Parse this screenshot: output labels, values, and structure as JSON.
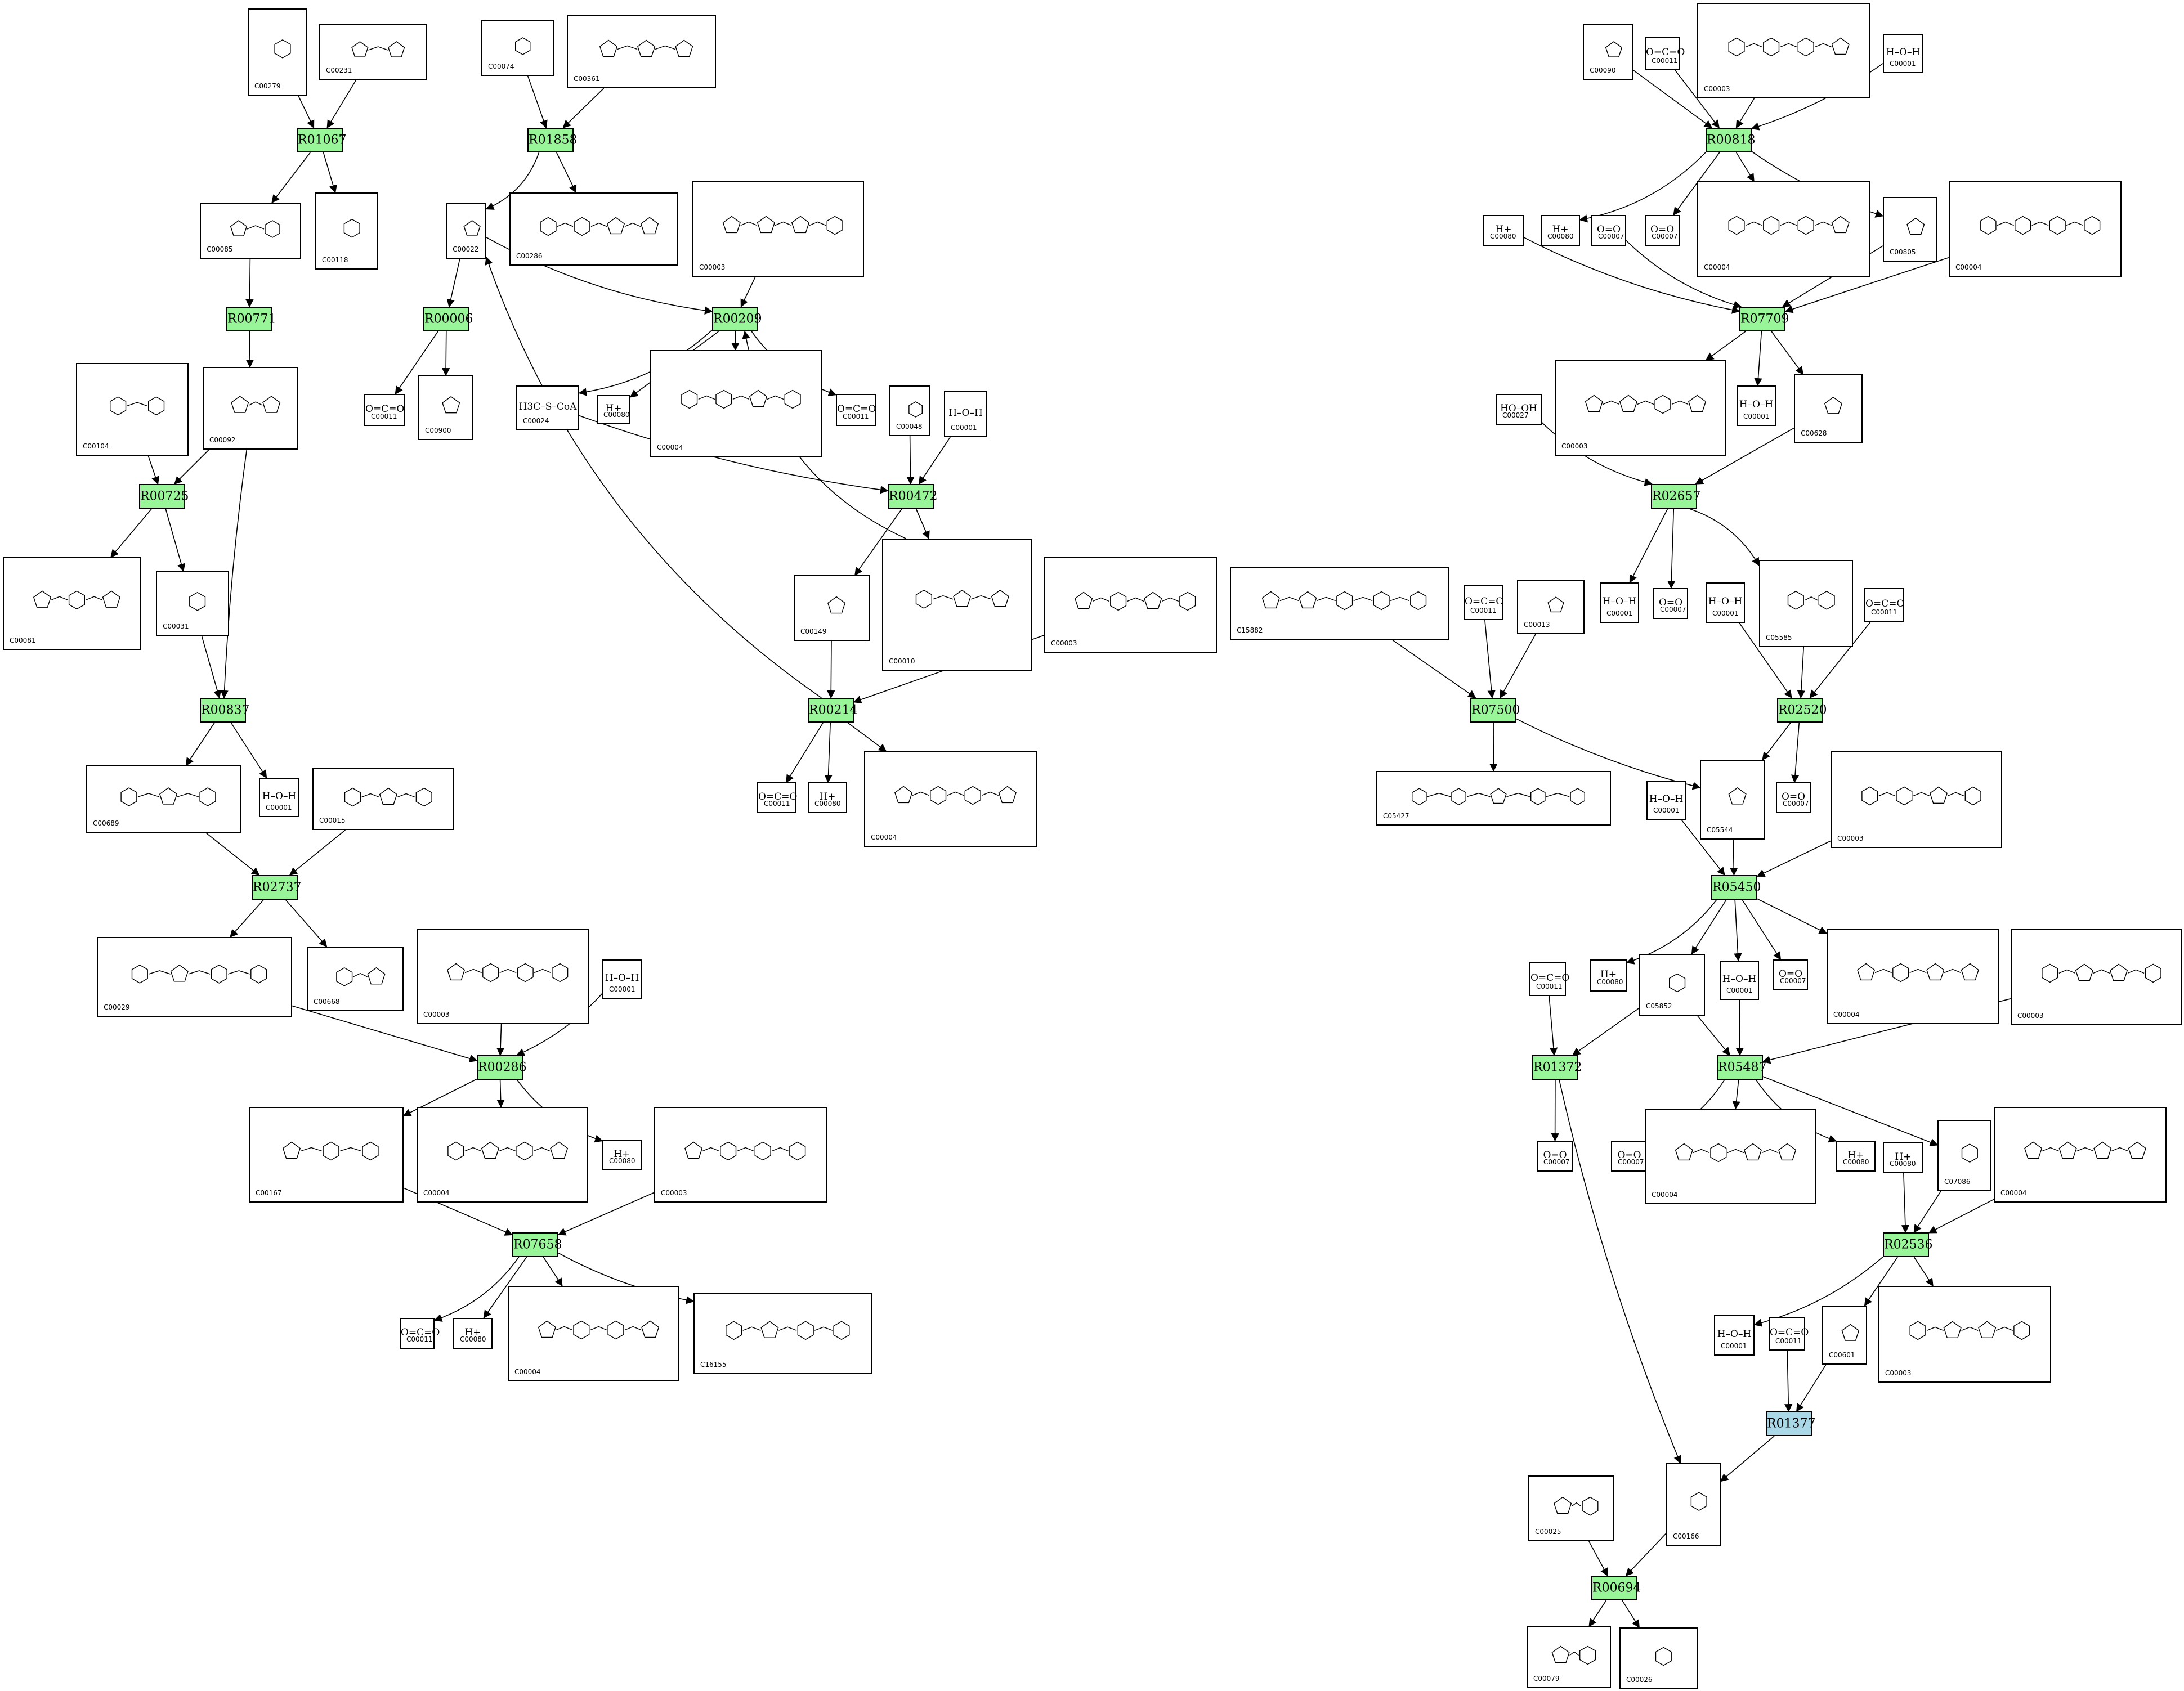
{
  "reactions": [
    {
      "id": "R01067",
      "color": "green"
    },
    {
      "id": "R01858",
      "color": "green"
    },
    {
      "id": "R00771",
      "color": "green"
    },
    {
      "id": "R00006",
      "color": "green"
    },
    {
      "id": "R00209",
      "color": "green"
    },
    {
      "id": "R00725",
      "color": "green"
    },
    {
      "id": "R00472",
      "color": "green"
    },
    {
      "id": "R00837",
      "color": "green"
    },
    {
      "id": "R00214",
      "color": "green"
    },
    {
      "id": "R02737",
      "color": "green"
    },
    {
      "id": "R00286",
      "color": "green"
    },
    {
      "id": "R07658",
      "color": "green"
    },
    {
      "id": "R00818",
      "color": "green"
    },
    {
      "id": "R07709",
      "color": "green"
    },
    {
      "id": "R02657",
      "color": "green"
    },
    {
      "id": "R07500",
      "color": "green"
    },
    {
      "id": "R02520",
      "color": "green"
    },
    {
      "id": "R05450",
      "color": "green"
    },
    {
      "id": "R01372",
      "color": "green"
    },
    {
      "id": "R05487",
      "color": "green"
    },
    {
      "id": "R02536",
      "color": "green"
    },
    {
      "id": "R01377",
      "color": "blue"
    },
    {
      "id": "R00694",
      "color": "green"
    }
  ],
  "compounds": [
    {
      "id": "C00279",
      "formula": ""
    },
    {
      "id": "C00231",
      "formula": ""
    },
    {
      "id": "C00074",
      "formula": ""
    },
    {
      "id": "C00361",
      "formula": ""
    },
    {
      "id": "C00085",
      "formula": ""
    },
    {
      "id": "C00118",
      "formula": ""
    },
    {
      "id": "C00022",
      "formula": ""
    },
    {
      "id": "C00286",
      "formula": ""
    },
    {
      "id": "C00003",
      "formula": ""
    },
    {
      "id": "C00104",
      "formula": ""
    },
    {
      "id": "C00092",
      "formula": ""
    },
    {
      "id": "C00011",
      "formula": "O=C=O"
    },
    {
      "id": "C00900",
      "formula": ""
    },
    {
      "id": "C00024",
      "formula": "H3C–S–CoA"
    },
    {
      "id": "C00080",
      "formula": "H+"
    },
    {
      "id": "C00004",
      "formula": ""
    },
    {
      "id": "C00048",
      "formula": ""
    },
    {
      "id": "C00001",
      "formula": "H–O–H"
    },
    {
      "id": "C00081",
      "formula": ""
    },
    {
      "id": "C00031",
      "formula": ""
    },
    {
      "id": "C00149",
      "formula": ""
    },
    {
      "id": "C00010",
      "formula": ""
    },
    {
      "id": "C00689",
      "formula": ""
    },
    {
      "id": "C00015",
      "formula": ""
    },
    {
      "id": "C00029",
      "formula": ""
    },
    {
      "id": "C00668",
      "formula": ""
    },
    {
      "id": "C00167",
      "formula": ""
    },
    {
      "id": "C16155",
      "formula": ""
    },
    {
      "id": "C00090",
      "formula": ""
    },
    {
      "id": "C00805",
      "formula": ""
    },
    {
      "id": "C00007",
      "formula": "O=O"
    },
    {
      "id": "C00027",
      "formula": "HO–OH"
    },
    {
      "id": "C00628",
      "formula": ""
    },
    {
      "id": "C05585",
      "formula": ""
    },
    {
      "id": "C15882",
      "formula": ""
    },
    {
      "id": "C00013",
      "formula": ""
    },
    {
      "id": "C05427",
      "formula": ""
    },
    {
      "id": "C05544",
      "formula": ""
    },
    {
      "id": "C05852",
      "formula": ""
    },
    {
      "id": "C07086",
      "formula": ""
    },
    {
      "id": "C00601",
      "formula": ""
    },
    {
      "id": "C00025",
      "formula": ""
    },
    {
      "id": "C00166",
      "formula": ""
    },
    {
      "id": "C00079",
      "formula": ""
    },
    {
      "id": "C00026",
      "formula": ""
    }
  ]
}
